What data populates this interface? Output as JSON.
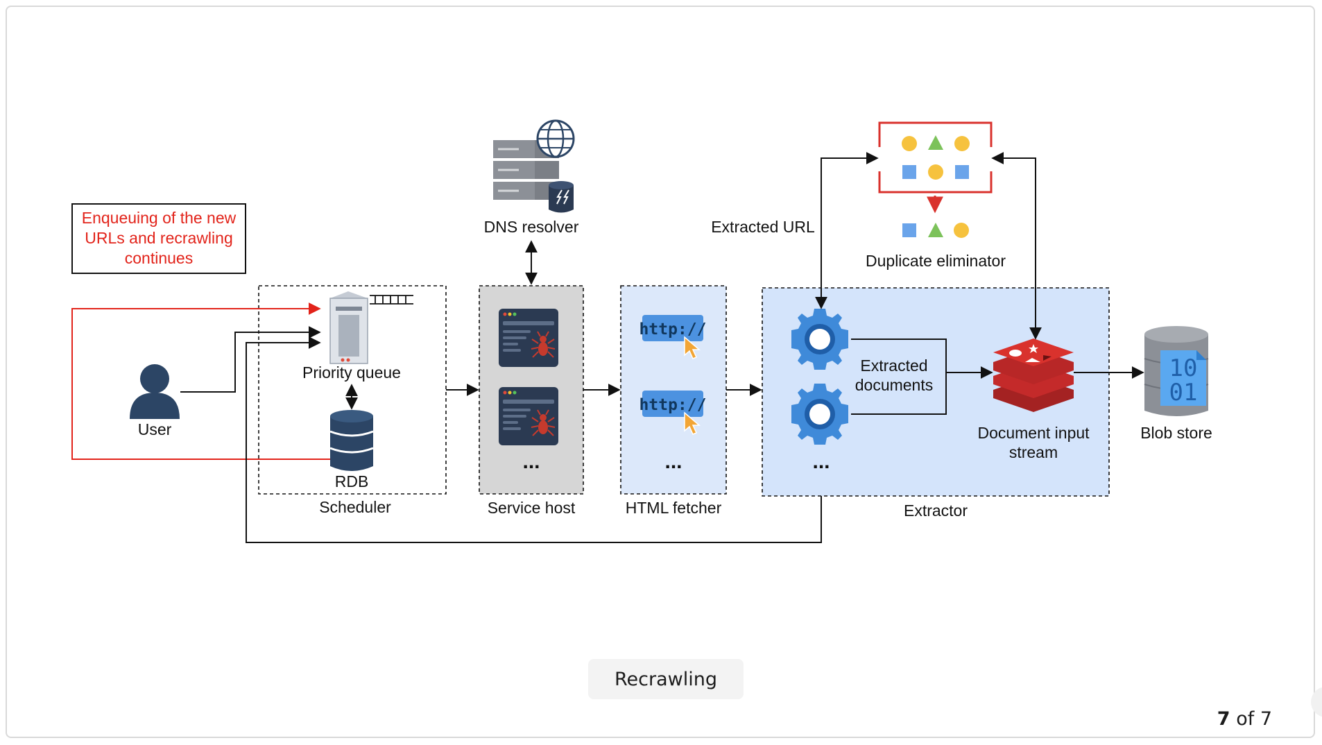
{
  "diagram": {
    "note": {
      "line1": "Enqueuing of the new",
      "line2": "URLs and recrawling",
      "line3": "continues"
    },
    "user_label": "User",
    "priority_queue_label": "Priority queue",
    "rdb_label": "RDB",
    "scheduler_label": "Scheduler",
    "dns_label": "DNS resolver",
    "service_host_label": "Service host",
    "html_fetcher_label": "HTML fetcher",
    "http_text": "http://",
    "ellipsis": "...",
    "extracted_url_label": "Extracted URL",
    "duplicate_eliminator_label": "Duplicate eliminator",
    "extracted_documents": {
      "line1": "Extracted",
      "line2": "documents"
    },
    "document_input_stream": {
      "line1": "Document input",
      "line2": "stream"
    },
    "blob_store_label": "Blob store",
    "blob_bits": {
      "line1": "10",
      "line2": "01"
    },
    "extractor_label": "Extractor"
  },
  "caption": "Recrawling",
  "pager": {
    "current": "7",
    "of": "of",
    "total": "7"
  },
  "colors": {
    "recrawl_arrow": "#e2231a",
    "extractor_bg": "#d4e4fb",
    "service_host_bg": "#d6d6d6",
    "html_fetcher_bg": "#dce8fa",
    "gear": "#3f8ad9",
    "redis_red": "#d12d2d",
    "user_navy": "#2c4565"
  }
}
